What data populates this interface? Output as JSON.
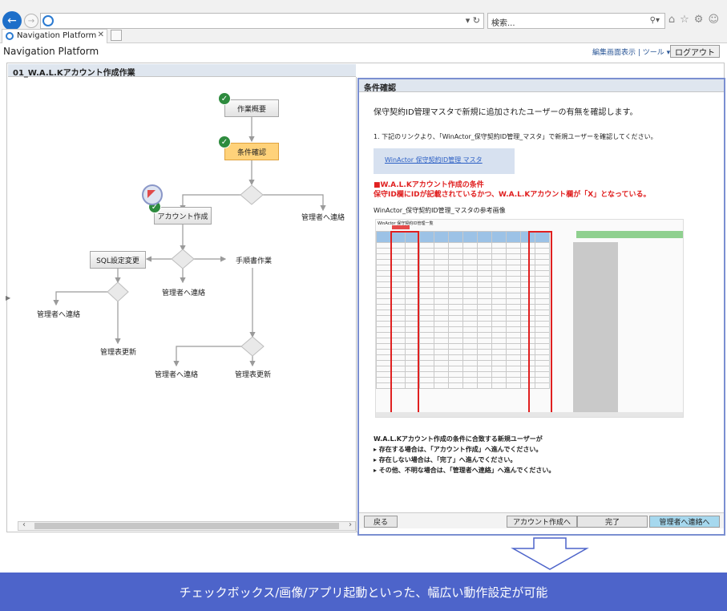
{
  "browser": {
    "search_placeholder": "検索...",
    "tab_title": "Navigation Platform",
    "addr_controls": "▾ ↻"
  },
  "app": {
    "title": "Navigation Platform",
    "header_links": "編集画面表示 | ツール ▾ |",
    "logout": "ログアウト"
  },
  "left": {
    "title": "01_W.A.L.Kアカウント作成作業",
    "nodes": {
      "overview": "作業概要",
      "condition": "条件確認",
      "create_account": "アカウント作成",
      "contact_admin": "管理者へ連絡",
      "sql_change": "SQL設定変更",
      "manual_work": "手順書作業",
      "contact_admin_2": "管理者へ連絡",
      "contact_admin_3": "管理者へ連絡",
      "update_table": "管理表更新",
      "contact_admin_4": "管理者へ連絡",
      "update_table_2": "管理表更新"
    }
  },
  "right": {
    "title": "条件確認",
    "intro": "保守契約ID管理マスタで新規に追加されたユーザーの有無を確認します。",
    "step1": "1. 下記のリンクより、「WinActor_保守契約ID管理_マスタ」で新規ユーザーを確認してください。",
    "link": "WinActor 保守契約ID管理 マスタ",
    "red1": "■W.A.L.Kアカウント作成の条件",
    "red2": "保守ID欄にIDが記載されているかつ、W.A.L.Kアカウント欄が「X」となっている。",
    "img_caption": "WinActor_保守契約ID管理_マスタの参考画像",
    "sheet_title": "WinActor 保守契約ID管理一覧",
    "sum_title": "W.A.L.Kアカウント作成の条件に合致する新規ユーザーが",
    "sum_lines": [
      "▸ 存在する場合は、「アカウント作成」へ進んでください。",
      "▸ 存在しない場合は、「完了」へ進んでください。",
      "▸ その他、不明な場合は、「管理者へ連絡」へ進んでください。"
    ],
    "buttons": {
      "back": "戻る",
      "create": "アカウント作成へ",
      "done": "完了",
      "contact": "管理者へ連絡へ"
    }
  },
  "banner": "チェックボックス/画像/アプリ起動といった、幅広い動作設定が可能",
  "colors": {
    "accent": "#4d64ca",
    "active_node": "#ffd27a",
    "red": "#e02020"
  }
}
